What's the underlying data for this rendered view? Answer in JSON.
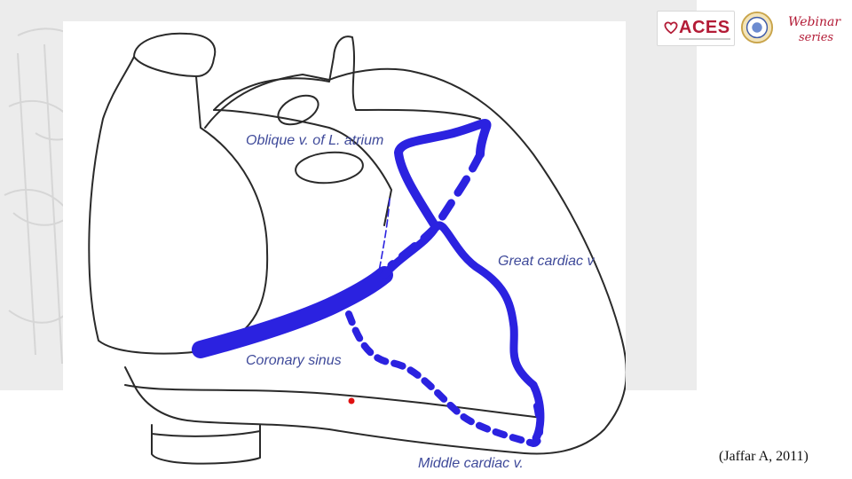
{
  "labels": {
    "oblique_vein": "Oblique v. of L. atrium",
    "great_cardiac_vein": "Great cardiac v",
    "coronary_sinus": "Coronary sinus",
    "middle_cardiac_vein": "Middle cardiac v."
  },
  "citation": "(Jaffar A, 2011)",
  "logos": {
    "aces_text": "ACES",
    "webinar_line1": "Webinar",
    "webinar_line2": "series"
  },
  "colors": {
    "vein_blue": "#2b22e0",
    "outline": "#2a2a2a",
    "label_text": "#3f4a9a",
    "brand_red": "#b31b36",
    "marker_red": "#e01010"
  }
}
